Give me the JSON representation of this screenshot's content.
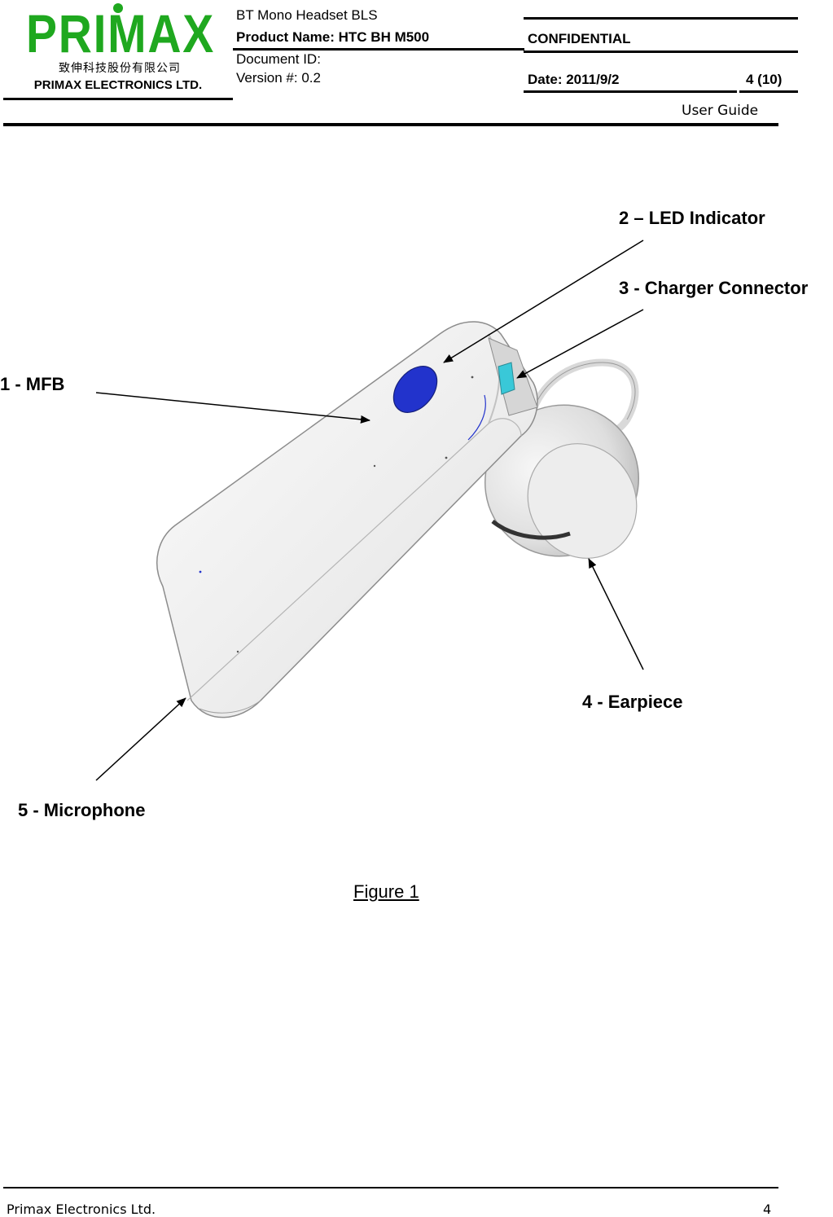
{
  "header": {
    "logo_text": "PRIMAX",
    "company_chinese": "致伸科技股份有限公司",
    "company_english": "PRIMAX ELECTRONICS LTD.",
    "doc_title": "BT Mono Headset BLS",
    "product_name": "Product Name: HTC BH M500",
    "document_id": "Document ID:",
    "version": "Version #: 0.2",
    "confidential": "CONFIDENTIAL",
    "date": "Date: 2011/9/2",
    "page": "4 (10)",
    "doc_type": "User Guide"
  },
  "figure": {
    "labels": {
      "mfb": "1 - MFB",
      "led": "2 – LED Indicator",
      "charger": "3 - Charger Connector",
      "earpiece": "4 - Earpiece",
      "microphone": "5 - Microphone"
    },
    "caption": "Figure 1",
    "colors": {
      "mfb_button": "#2233cc",
      "led": "#39c8d8",
      "body": "#e9e9e9"
    }
  },
  "footer": {
    "company": "Primax Electronics Ltd.",
    "page_number": "4"
  }
}
